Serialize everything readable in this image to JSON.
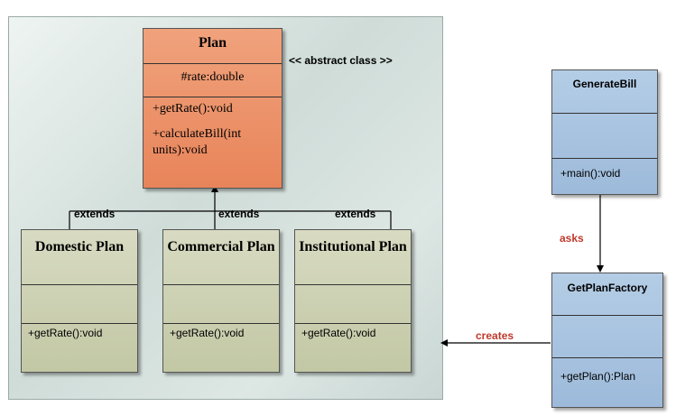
{
  "plan": {
    "name": "Plan",
    "attribute": "#rate:double",
    "op1": "+getRate():void",
    "op2": "+calculateBill(int units):void"
  },
  "stereotype": "<< abstract class >>",
  "subclasses": [
    {
      "name": "Domestic Plan",
      "op": "+getRate():void"
    },
    {
      "name": "Commercial Plan",
      "op": "+getRate():void"
    },
    {
      "name": "Institutional Plan",
      "op": "+getRate():void"
    }
  ],
  "extends_label": "extends",
  "generate_bill": {
    "name": "GenerateBill",
    "op": "+main():void"
  },
  "factory": {
    "name": "GetPlanFactory",
    "op": "+getPlan():Plan"
  },
  "asks_label": "asks",
  "creates_label": "creates",
  "colors": {
    "abstract_fill": "#e8845a",
    "subclass_fill": "#c2c7a4",
    "side_fill": "#9dbada",
    "relation_label": "#c0392b"
  }
}
